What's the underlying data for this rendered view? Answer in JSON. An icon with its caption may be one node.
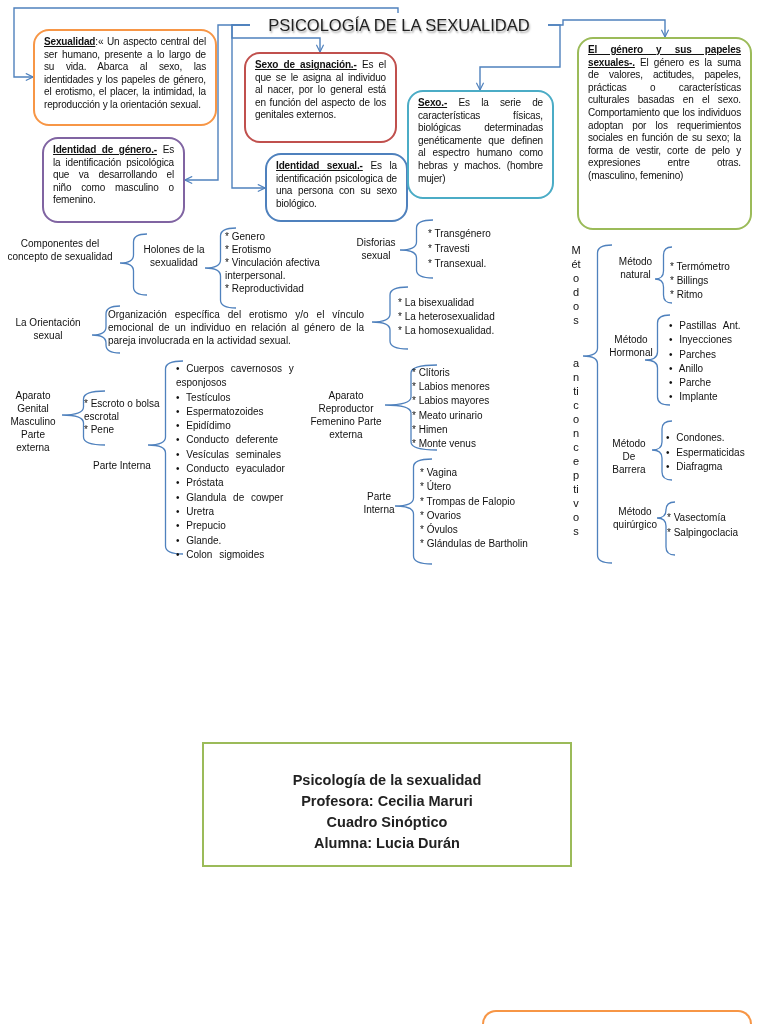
{
  "diagram": {
    "nodes": [
      {
        "text": [
          "PSICOLOGÍA DE LA SEXUALIDAD"
        ]
      },
      {
        "text": [
          "**Sexualidad**:« Un aspecto central del ser humano, presente a lo largo de su vida. Abarca al sexo, las identidades y los papeles de género, el erotismo, el placer, la intimidad, la reproducción y la orientación sexual."
        ]
      },
      {
        "text": [
          "**Identidad de género.-** Es la identificación psicológica que va desarrollando el niño como masculino o femenino."
        ]
      },
      {
        "text": [
          "**Sexo de asignación.-** Es el que se le asigna al individuo al nacer, por lo general está en función del aspecto de los genitales externos."
        ]
      },
      {
        "text": [
          "**Identidad sexual.-** Es la identificación psicologica de una persona con su sexo biológico."
        ]
      },
      {
        "text": [
          "**Sexo.-** Es la serie de características físicas, biológicas determinadas genéticamente que definen al espectro humano como hebras y machos. (hombre mujer)"
        ]
      },
      {
        "text": [
          "**El género y sus papeles sexuales-.** El género es la suma de valores, actitudes, papeles, prácticas o características culturales basadas en el sexo. Comportamiento que los individuos adoptan por los requerimientos sociales en función de su sexo; la forma de vestir, corte de pelo y expresiones entre otras. (masculino, femenino)"
        ]
      },
      {
        "text": [
          "Psicología de la sexualidad",
          "Profesora: Cecilia Maruri",
          "Cuadro Sinóptico",
          "Alumna: Lucia Durán"
        ]
      },
      {
        "text": [],
        "shape": "box"
      }
    ],
    "edges": [
      {
        "from": 0,
        "to": 1,
        "arrow": "to"
      },
      {
        "from": 0,
        "to": 2,
        "arrow": "to"
      },
      {
        "from": 0,
        "to": 3,
        "arrow": "to"
      },
      {
        "from": 0,
        "to": 4,
        "arrow": "to"
      },
      {
        "from": 0,
        "to": 5,
        "arrow": "to"
      },
      {
        "from": 0,
        "to": 6,
        "arrow": "to"
      }
    ],
    "labels": [
      "Componentes del concepto de sexualidad",
      "Holones de la sexualidad",
      "* Genero",
      "* Erotismo",
      "* Vinculación afectiva interpersonal.",
      "* Reproductividad",
      "Disforias sexual",
      "* Transgénero",
      "* Travesti",
      "* Transexual.",
      "La Orientación sexual",
      "Organización específica del erotismo y/o el vínculo emocional de un individuo en relación al género de la pareja involucrada en la actividad sexual.",
      "* La bisexualidad",
      "* La heterosexualidad",
      "* La homosexualidad.",
      "Aparato Genital Masculino Parte externa",
      "* Escroto o bolsa escrotal",
      "* Pene",
      "Parte Interna",
      "• Cuerpos cavernosos y esponjosos",
      "• Testículos",
      "• Espermatozoides",
      "• Epidídimo",
      "• Conducto deferente",
      "• Vesículas seminales",
      "• Conducto eyaculador",
      "• Próstata",
      "• Glandula de cowper",
      "• Uretra",
      "• Prepucio",
      "• Glande.",
      "• Colon sigmoides",
      "Aparato Reproductor Femenino Parte externa",
      "* Clítoris",
      "* Labios menores",
      "* Labios mayores",
      "* Meato urinario",
      "* Himen",
      "* Monte venus",
      "Parte Interna",
      "* Vagina",
      "* Útero",
      "* Trompas de Falopio",
      "* Ovarios",
      "* Óvulos",
      "* Glándulas de Bartholin",
      "Métodos",
      "anticonceptivos",
      "Método natural",
      "* Termómetro",
      "* Billings",
      "* Ritmo",
      "Método Hormonal",
      "• Pastillas Ant.",
      "• Inyecciones",
      "• Parches",
      "• Anillo",
      "• Parche",
      "• Implante",
      "Método De Barrera",
      "• Condones.",
      "• Espermaticidas",
      "• Diafragma",
      "Método quirúrgico",
      "* Vasectomía",
      "* Salpingoclacia"
    ]
  }
}
